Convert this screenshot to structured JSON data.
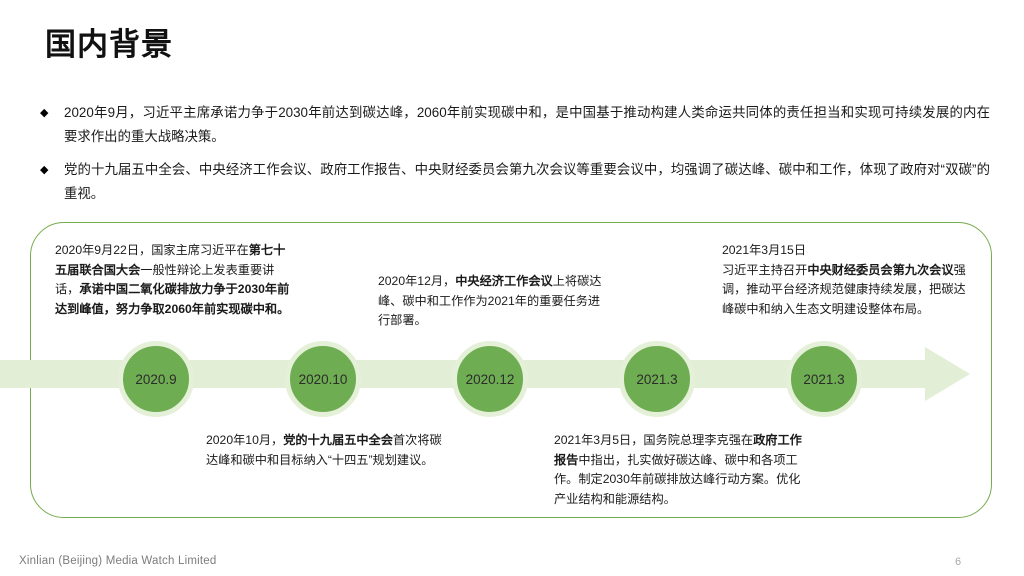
{
  "slide": {
    "title": "国内背景",
    "bullet_marker": "◆",
    "bullets": [
      "2020年9月，习近平主席承诺力争于2030年前达到碳达峰，2060年前实现碳中和，是中国基于推动构建人类命运共同体的责任担当和实现可持续发展的内在要求作出的重大战略决策。",
      "党的十九届五中全会、中央经济工作会议、政府工作报告、中央财经委员会第九次会议等重要会议中，均强调了碳达峰、碳中和工作，体现了政府对“双碳”的重视。"
    ]
  },
  "timeline": {
    "accent_color": "#6fad52",
    "arrow_color": "#e2eed5",
    "border_color": "#76ab4c",
    "milestones": [
      {
        "label": "2020.9"
      },
      {
        "label": "2020.10"
      },
      {
        "label": "2020.12"
      },
      {
        "label": "2021.3"
      },
      {
        "label": "2021.3"
      }
    ],
    "descriptions": [
      {
        "position": "above",
        "html": "2020年9月22日，国家主席习近平在<b>第七十五届联合国大会</b>一般性辩论上发表重要讲话，<b>承诺中国二氧化碳排放力争于2030年前达到峰值，努力争取2060年前实现碳中和。</b>"
      },
      {
        "position": "below",
        "html": "2020年10月，<b>党的十九届五中全会</b>首次将碳达峰和碳中和目标纳入“十四五”规划建议。"
      },
      {
        "position": "above",
        "html": "2020年12月，<b>中央经济工作会议</b>上将碳达峰、碳中和工作作为2021年的重要任务进行部署。"
      },
      {
        "position": "below",
        "html": "2021年3月5日，国务院总理李克强在<b>政府工作报告</b>中指出，扎实做好碳达峰、碳中和各项工作。制定2030年前碳排放达峰行动方案。优化产业结构和能源结构。"
      },
      {
        "position": "above",
        "html": "2021年3月15日<br>习近平主持召开<b>中央财经委员会第九次会议</b>强调，推动平台经济规范健康持续发展，把碳达峰碳中和纳入生态文明建设整体布局。"
      }
    ]
  },
  "footer": {
    "company": "Xinlian (Beijing) Media Watch Limited",
    "page_number": "6"
  }
}
